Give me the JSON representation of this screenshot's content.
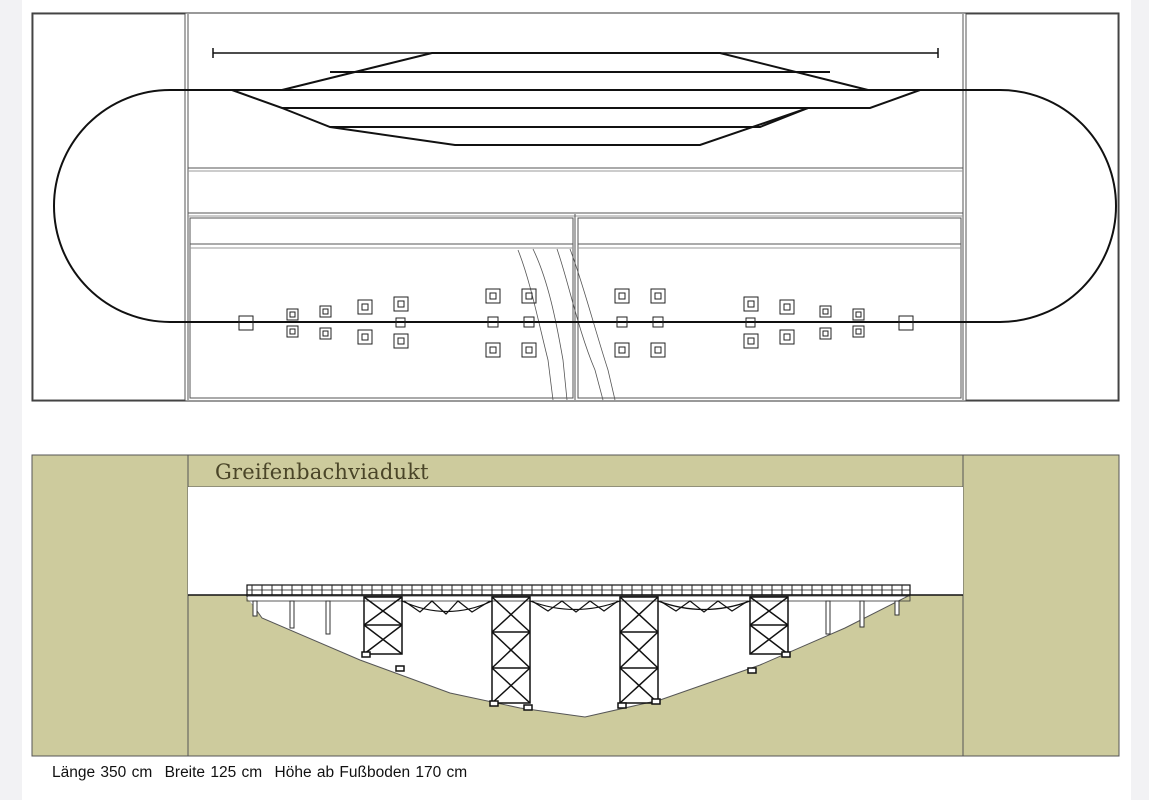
{
  "elevation": {
    "title": "Greifenbachviadukt",
    "terrain_color": "#cdcb9d"
  },
  "footer": {
    "length": "Länge 350 cm",
    "width": "Breite 125 cm",
    "height": "Höhe ab Fußboden 170 cm"
  }
}
